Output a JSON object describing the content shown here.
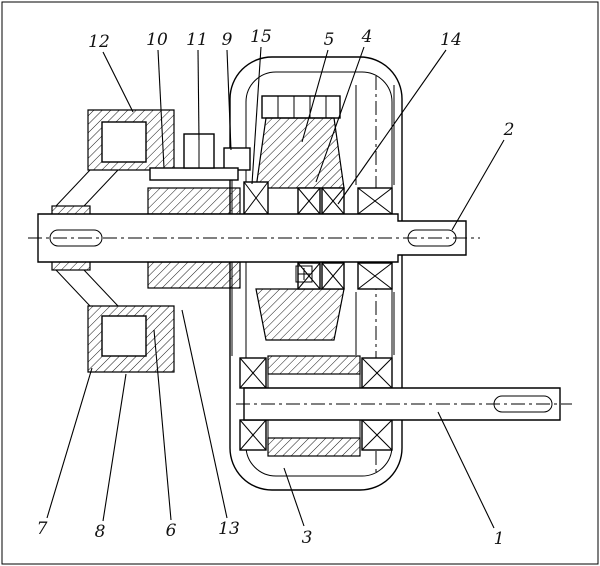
{
  "callouts": [
    {
      "label": "12"
    },
    {
      "label": "10"
    },
    {
      "label": "11"
    },
    {
      "label": "9"
    },
    {
      "label": "15"
    },
    {
      "label": "5"
    },
    {
      "label": "4"
    },
    {
      "label": "14"
    },
    {
      "label": "2"
    },
    {
      "label": "7"
    },
    {
      "label": "8"
    },
    {
      "label": "6"
    },
    {
      "label": "13"
    },
    {
      "label": "3"
    },
    {
      "label": "1"
    }
  ],
  "drawing": {
    "ink_color": "#000000",
    "paper_color": "#ffffff"
  }
}
